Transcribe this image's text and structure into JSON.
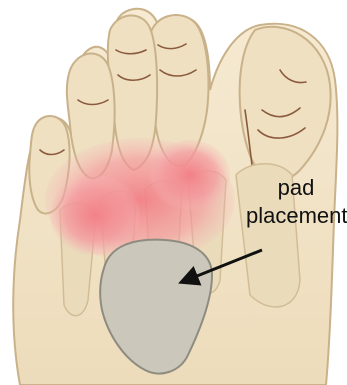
{
  "annotation": {
    "line1": "pad",
    "line2": "placement"
  },
  "colors": {
    "skin": "#f1e3c6",
    "skin_shadow": "#e2cfa9",
    "bone_outline": "#c9b189",
    "joint_line": "#8b5a3c",
    "pain_highlight": "#f27f86",
    "pad_fill": "#cbc8bb",
    "pad_outline": "#8e8b80",
    "arrow": "#111111"
  },
  "icons": {
    "foot": "foot-bones-illustration",
    "pad": "metatarsal-pad-shape",
    "arrow": "pointer-arrow"
  }
}
